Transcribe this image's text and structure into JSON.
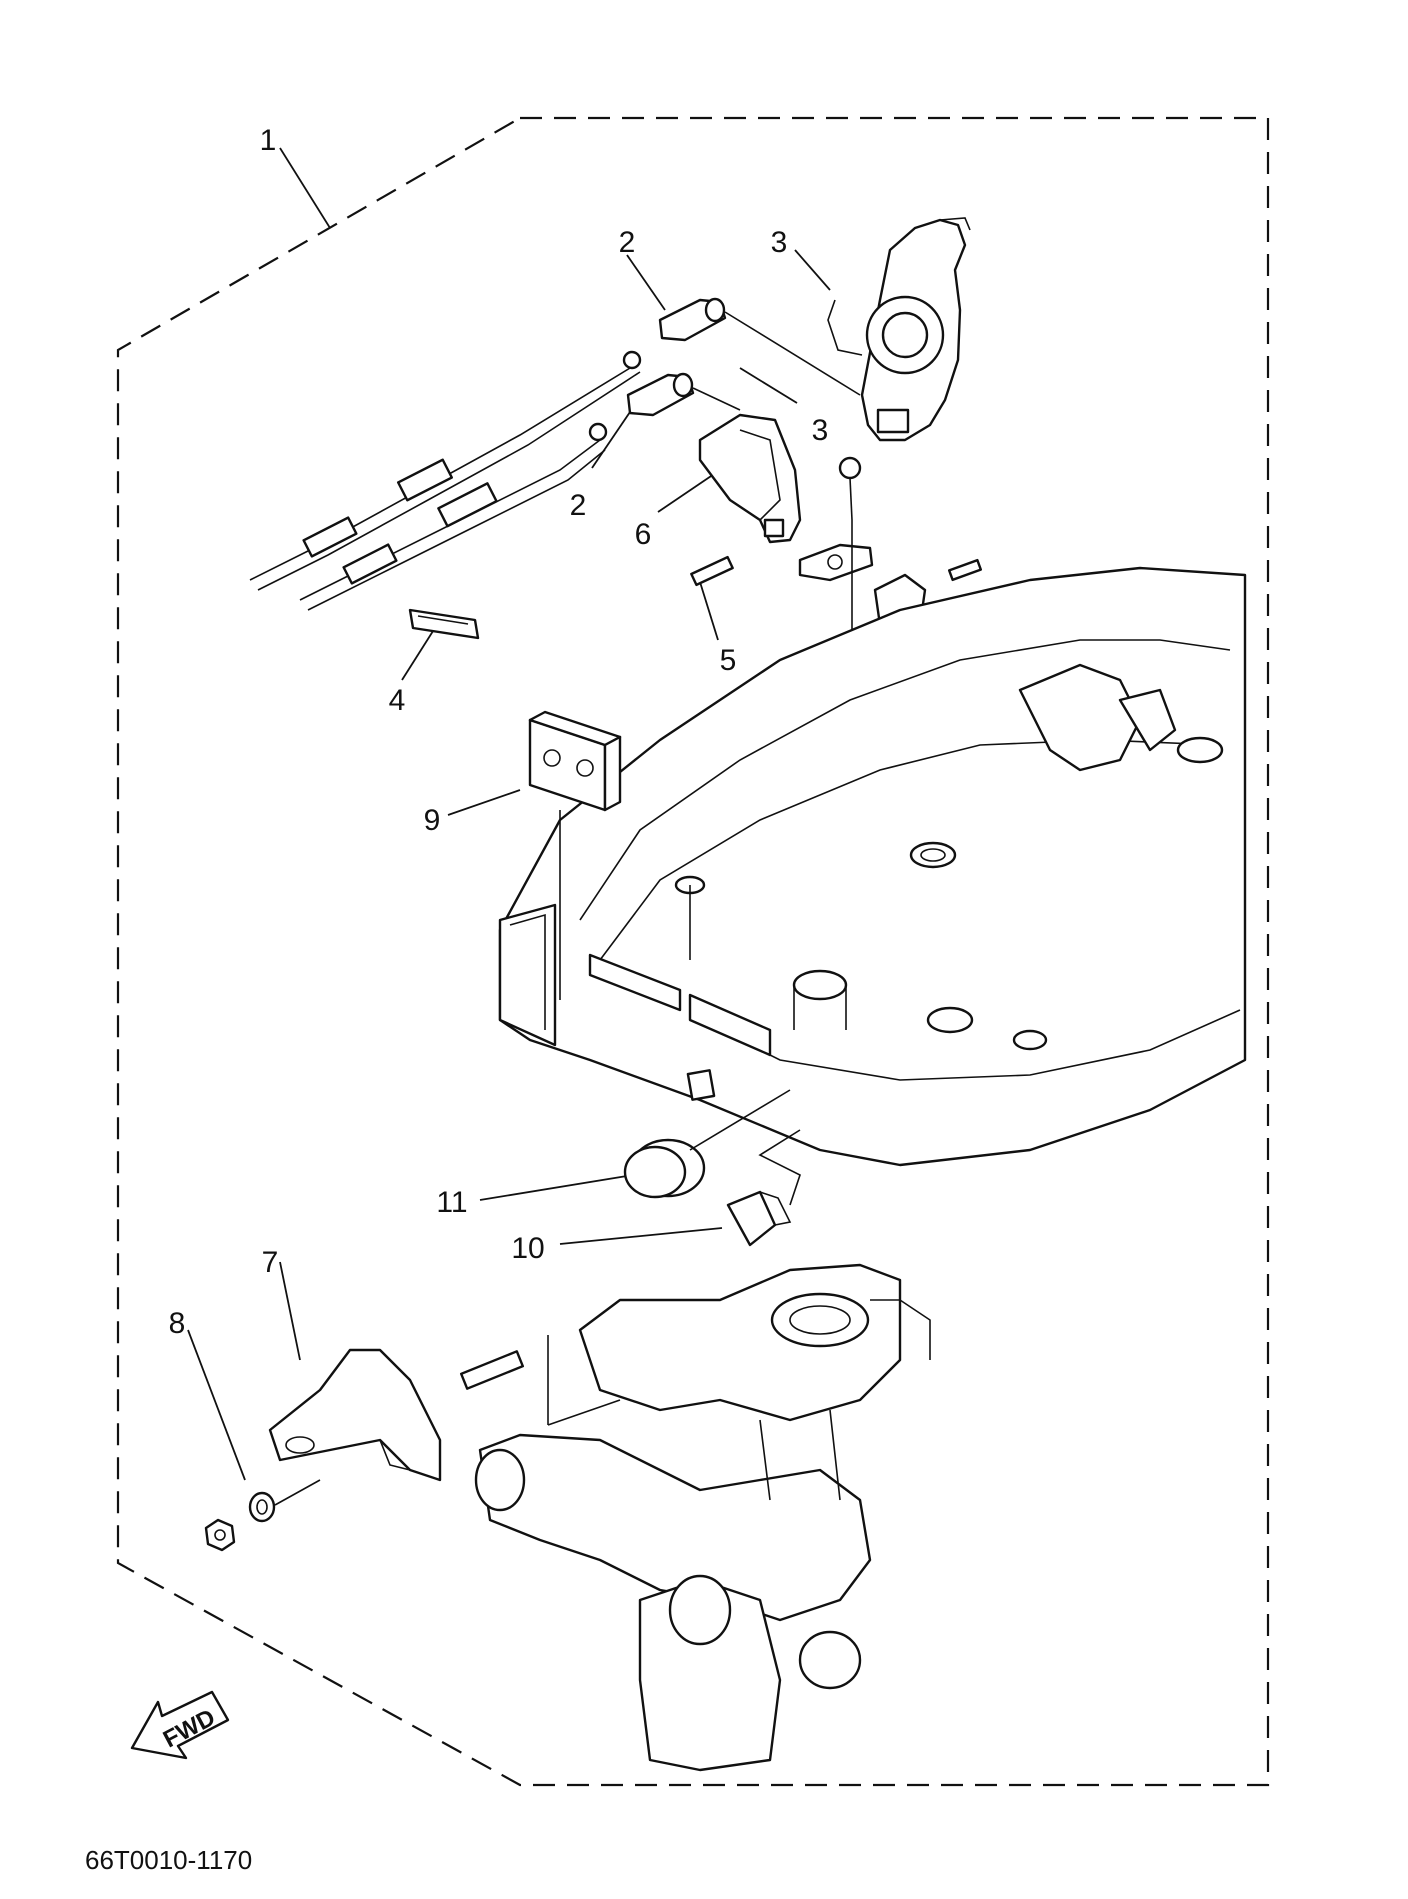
{
  "diagram": {
    "callouts": {
      "c1": "1",
      "c2a": "2",
      "c2b": "2",
      "c3a": "3",
      "c3b": "3",
      "c4": "4",
      "c5": "5",
      "c6": "6",
      "c7": "7",
      "c8": "8",
      "c9": "9",
      "c10": "10",
      "c11": "11"
    },
    "direction_arrow": "FWD",
    "drawing_code": "66T0010-1170",
    "icon": "fwd-arrow-icon"
  }
}
